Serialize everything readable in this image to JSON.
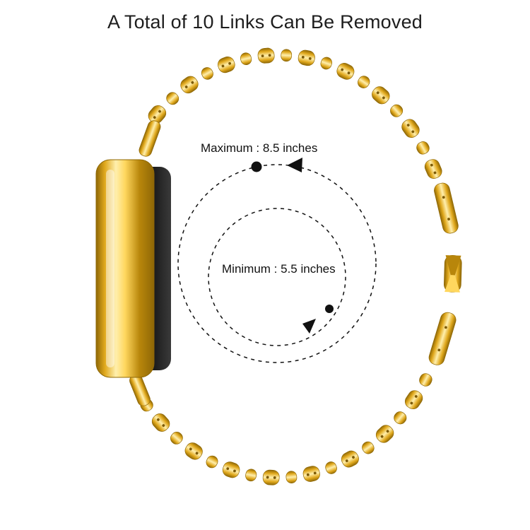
{
  "title": "A Total of 10 Links Can Be Removed",
  "annotations": {
    "maximum": {
      "label": "Maximum : 8.5 inches",
      "value_inches": 8.5
    },
    "minimum": {
      "label": "Minimum : 5.5 inches",
      "value_inches": 5.5
    }
  },
  "icons": {
    "maximum_arrow": "left-arrowhead",
    "minimum_arrow": "up-right-arrowhead",
    "maximum_dot": "measure-dot",
    "minimum_dot": "measure-dot"
  },
  "colors": {
    "background": "#ffffff",
    "text": "#1e1e1e",
    "annotation": "#111111",
    "gold_edge": "#8f6806",
    "gold_dark": "#b8860b",
    "gold_mid": "#e0a81c",
    "gold_bright": "#ffd75e",
    "gold_highlight": "#ffefad",
    "pin": "#7c5a05",
    "screen_black": "#101010",
    "screen_edge": "#3a3a3a"
  }
}
